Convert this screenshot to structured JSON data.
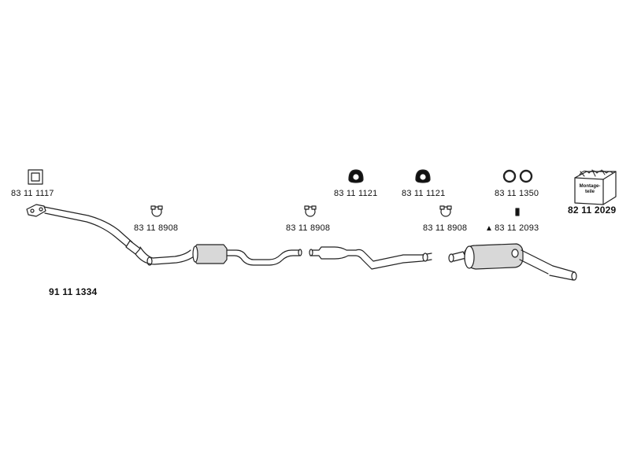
{
  "parts": {
    "gasket": "83 11 1117",
    "clamp_front": "83 11 8908",
    "clamp_mid": "83 11 8908",
    "clamp_rear": "83 11 8908",
    "rubber_hanger_1": "83 11 1121",
    "rubber_hanger_2": "83 11 1121",
    "ring_set": "83 11 1350",
    "bolt_marker": "▲",
    "bolt": "83 11 2093",
    "mounting_kit": "82 11 2029",
    "complete_system": "91 11 1334"
  },
  "mounting_kit_box": {
    "line1": "Montage-",
    "line2": "teile"
  },
  "colors": {
    "line": "#222222",
    "fill": "#ffffff",
    "shade": "#d8d8d8"
  }
}
